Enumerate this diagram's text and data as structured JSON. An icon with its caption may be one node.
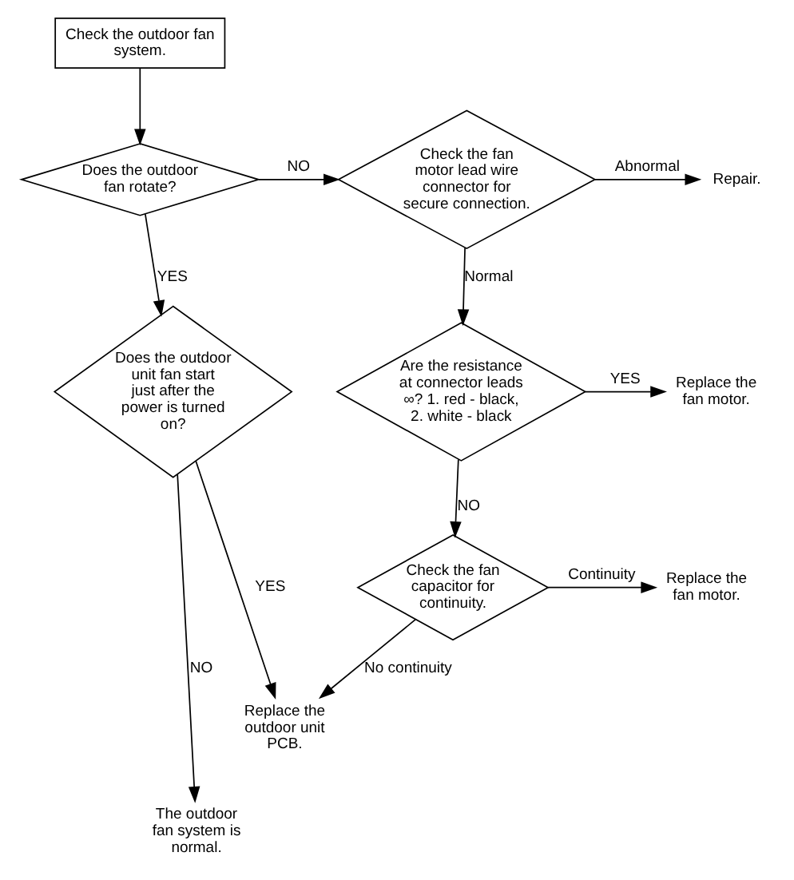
{
  "diagram": {
    "nodes": [
      {
        "text": [
          "Check the outdoor fan system."
        ]
      },
      {
        "text": [
          "Does the outdoor fan rotate?"
        ]
      },
      {
        "text": [
          "Check the fan motor lead wire connector for secure connection."
        ]
      },
      {
        "text": [
          "Repair."
        ]
      },
      {
        "text": [
          "Does the outdoor unit fan start just after the power is turned on?"
        ]
      },
      {
        "text": [
          "Are the resistance at connector leads ∞? 1. red - black, 2. white - black"
        ]
      },
      {
        "text": [
          "Replace the fan motor."
        ]
      },
      {
        "text": [
          "Check the fan capacitor for continuity."
        ]
      },
      {
        "text": [
          "Replace the fan motor."
        ]
      },
      {
        "text": [
          "Replace the outdoor unit PCB."
        ]
      },
      {
        "text": [
          "The outdoor fan system is normal."
        ]
      }
    ],
    "edges": [
      {
        "from": 0,
        "to": 1,
        "arrow": "to"
      },
      {
        "from": 1,
        "to": 2,
        "arrow": "to",
        "label": "NO"
      },
      {
        "from": 1,
        "to": 4,
        "arrow": "to",
        "label": "YES"
      },
      {
        "from": 2,
        "to": 3,
        "arrow": "to",
        "label": "Abnormal"
      },
      {
        "from": 2,
        "to": 5,
        "arrow": "to",
        "label": "Normal"
      },
      {
        "from": 4,
        "to": 9,
        "arrow": "to",
        "label": "YES"
      },
      {
        "from": 4,
        "to": 10,
        "arrow": "to",
        "label": "NO"
      },
      {
        "from": 5,
        "to": 6,
        "arrow": "to",
        "label": "YES"
      },
      {
        "from": 5,
        "to": 7,
        "arrow": "to",
        "label": "NO"
      },
      {
        "from": 7,
        "to": 8,
        "arrow": "to",
        "label": "Continuity"
      },
      {
        "from": 7,
        "to": 9,
        "arrow": "to",
        "label": "No continuity"
      }
    ]
  }
}
